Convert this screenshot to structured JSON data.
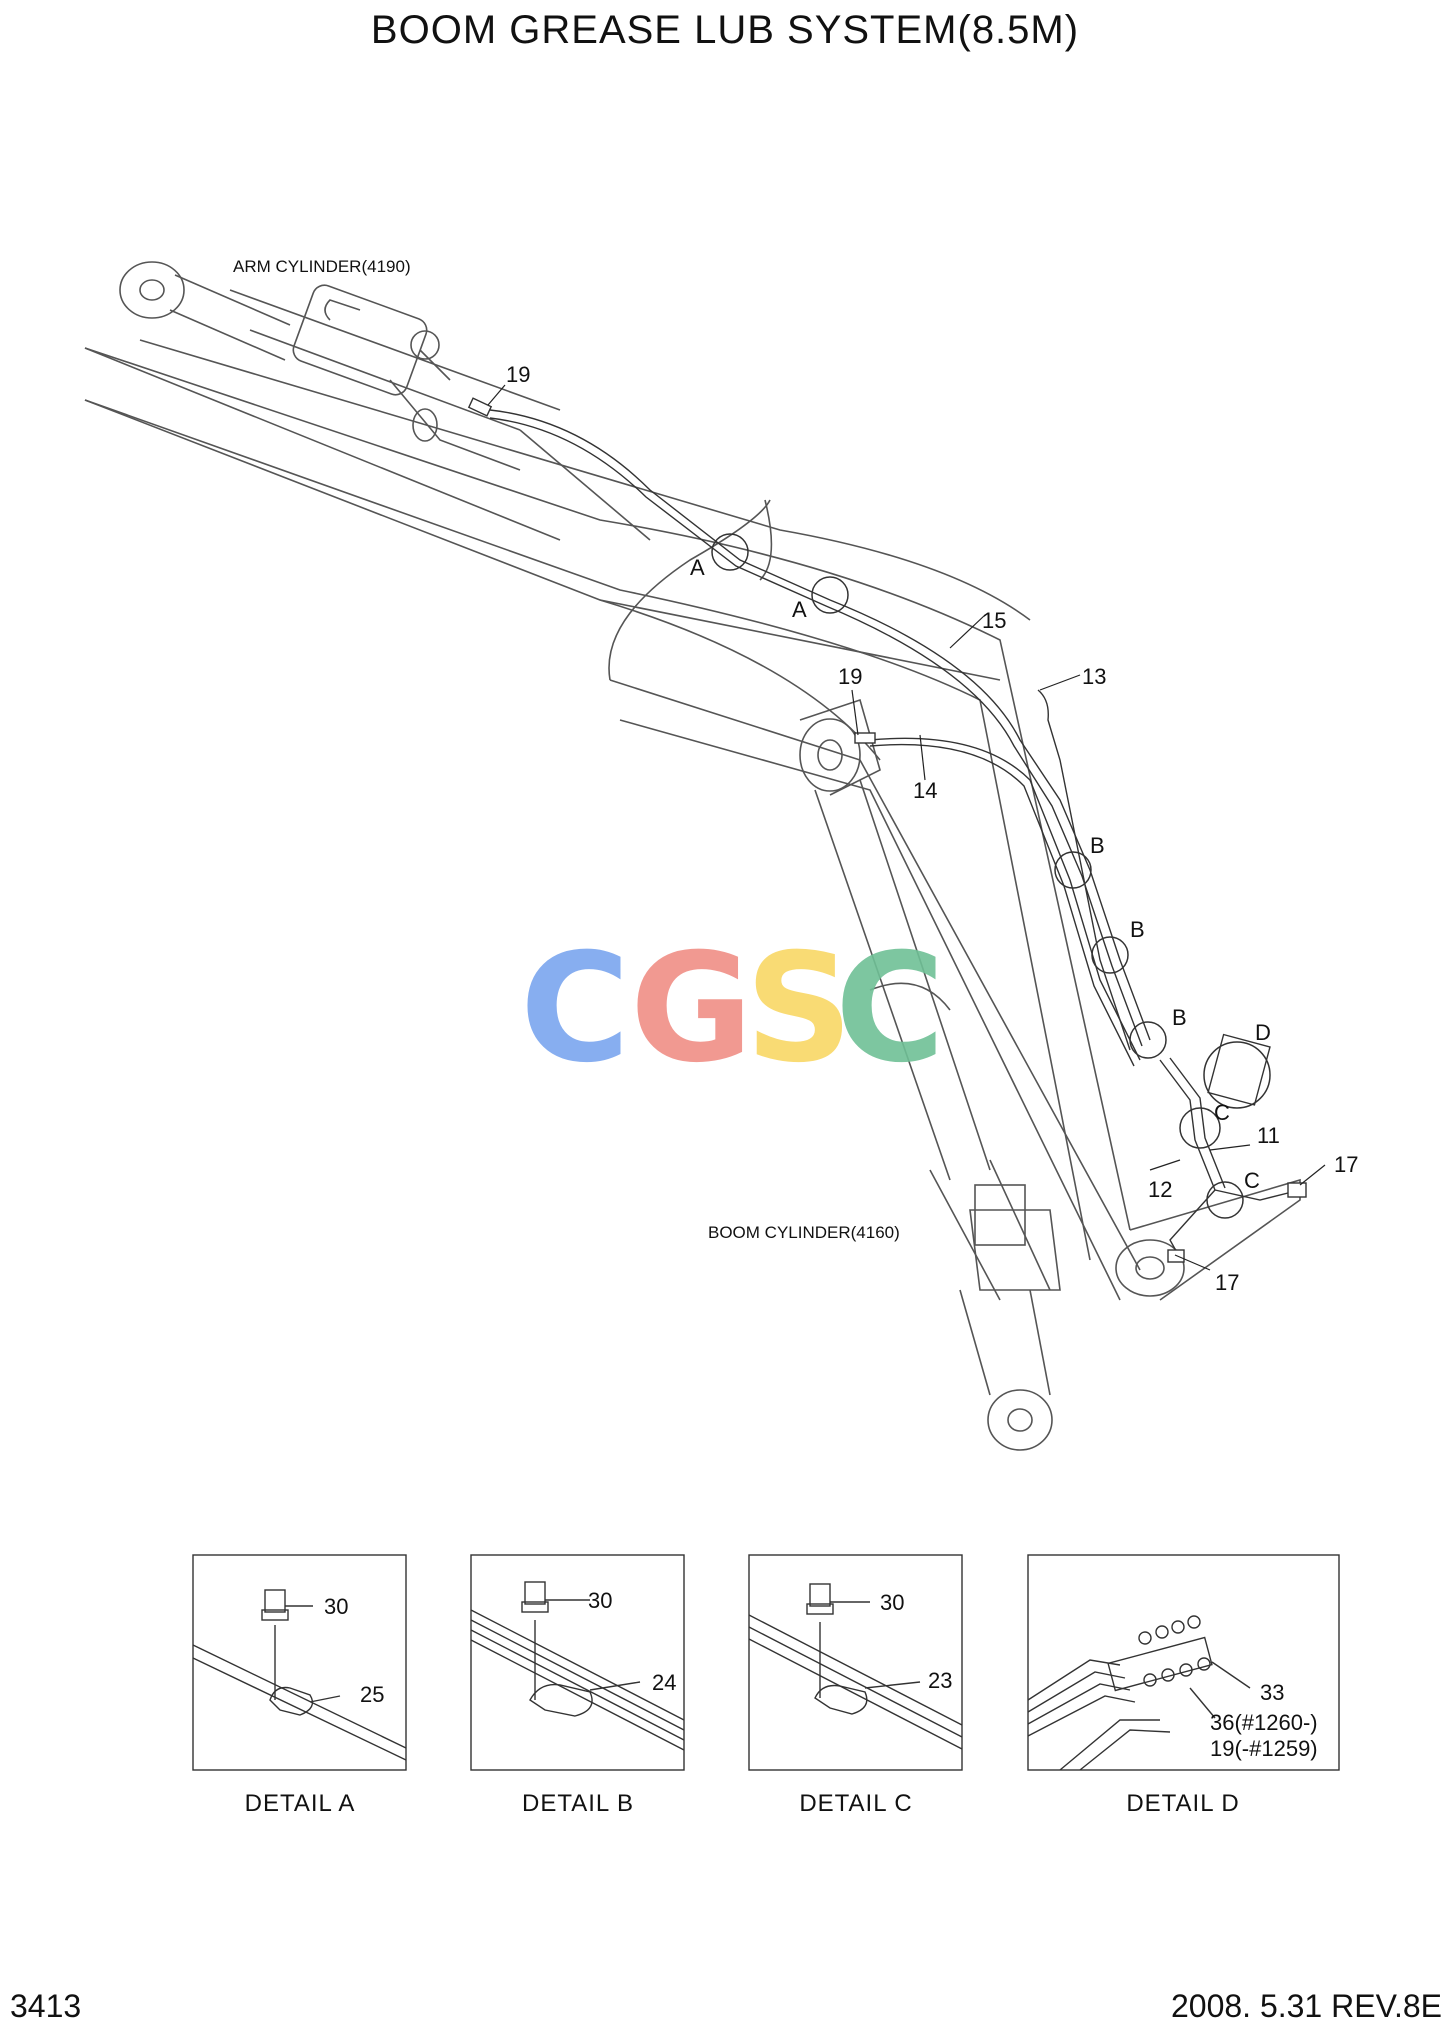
{
  "title": "BOOM GREASE LUB SYSTEM(8.5M)",
  "component_labels": {
    "arm_cylinder": "ARM CYLINDER(4190)",
    "boom_cylinder": "BOOM CYLINDER(4160)"
  },
  "callouts": {
    "c19_top": "19",
    "a1": "A",
    "a2": "A",
    "c15": "15",
    "c13": "13",
    "c19_mid": "19",
    "c14": "14",
    "b1": "B",
    "b2": "B",
    "b3": "B",
    "d": "D",
    "c1": "C",
    "c11": "11",
    "c12": "12",
    "c2": "C",
    "c17_right": "17",
    "c17_bottom": "17"
  },
  "details": [
    {
      "caption": "DETAIL  A",
      "parts": [
        "30",
        "25"
      ]
    },
    {
      "caption": "DETAIL  B",
      "parts": [
        "30",
        "24"
      ]
    },
    {
      "caption": "DETAIL  C",
      "parts": [
        "30",
        "23"
      ]
    },
    {
      "caption": "DETAIL  D",
      "parts": [
        "33",
        "36(#1260-)",
        "19(-#1259)"
      ]
    }
  ],
  "watermark": {
    "text": "CGSC",
    "colors": [
      "#7ba6ef",
      "#f08f86",
      "#f9d866",
      "#6fc096"
    ]
  },
  "footer": {
    "page_number": "3413",
    "revision": "2008. 5.31  REV.8E"
  }
}
